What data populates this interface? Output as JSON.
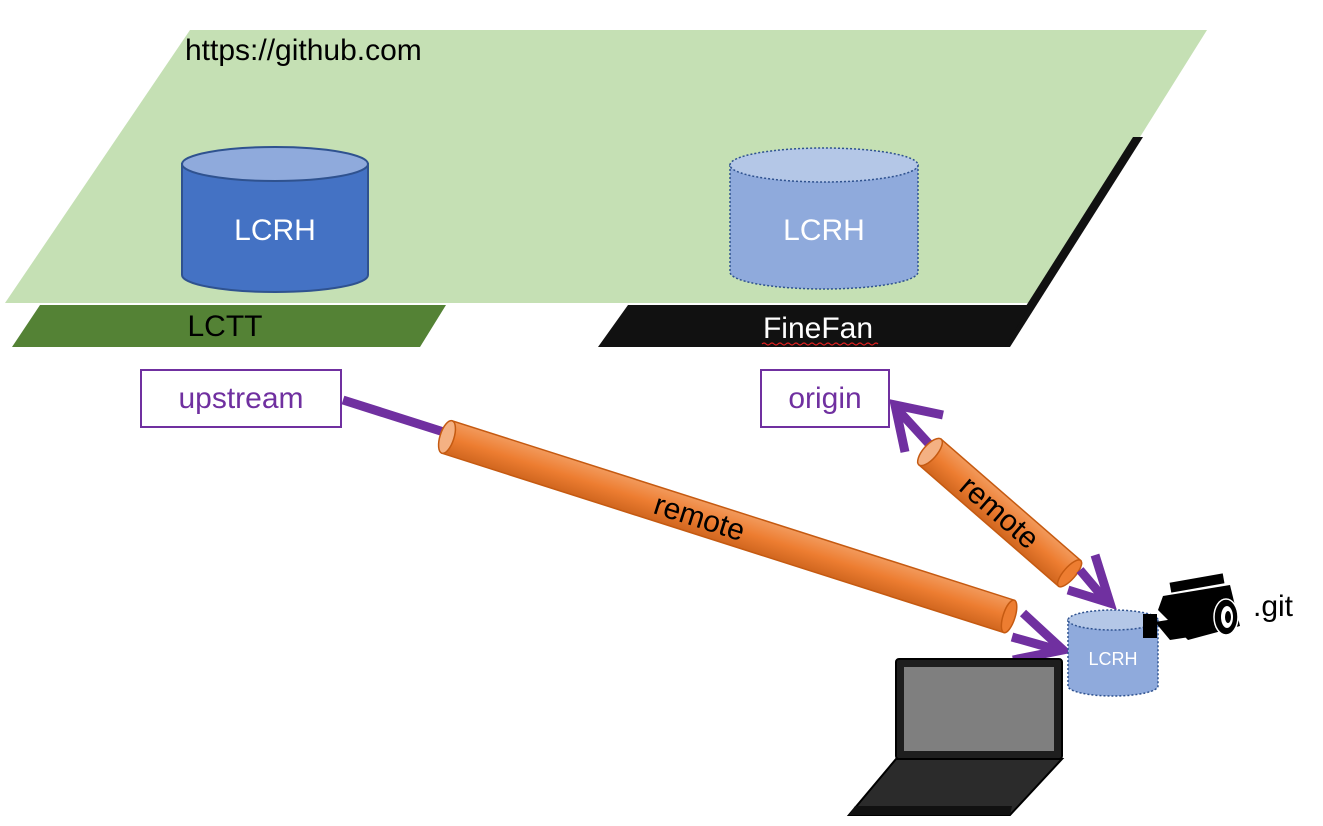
{
  "github": {
    "url": "https://github.com"
  },
  "orgs": {
    "upstream_org": "LCTT",
    "fork_owner": "FineFan"
  },
  "repos": {
    "upstream_repo": "LCRH",
    "fork_repo": "LCRH",
    "local_repo": "LCRH"
  },
  "remotes": {
    "upstream_label": "upstream",
    "origin_label": "origin",
    "pipe_label_long": "remote",
    "pipe_label_short": "remote"
  },
  "local": {
    "git_dir_label": ".git"
  },
  "icons": [
    "laptop-icon",
    "security-camera-icon"
  ],
  "colors": {
    "github_plane": "#c5e0b4",
    "lctt_bar": "#548235",
    "finefan_bar": "#111111",
    "upstream_db": "#4472c4",
    "fork_db": "#8faadc",
    "pipe": "#ed7d31",
    "arrow": "#7030a0"
  }
}
